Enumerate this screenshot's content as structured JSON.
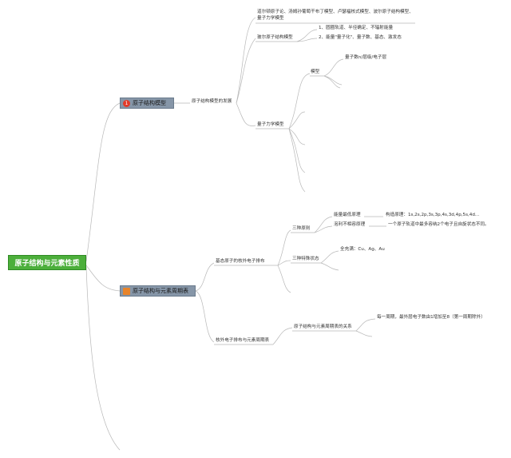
{
  "root": {
    "label": "原子结构与元素性质"
  },
  "branches": {
    "model": {
      "label": "原子结构模型",
      "icon": "number-one-badge-icon",
      "color": "#e23b2a"
    },
    "table": {
      "label": "原子结构与元素周期表",
      "icon": "orange-square-icon",
      "color": "#e8842a"
    }
  },
  "model": {
    "development": "原子结构模型的发展",
    "history_line1": "道尔顿原子论、汤姆孙葡萄干布丁模型、卢瑟福核式模型、波尔原子结构模型、",
    "history_line2": "量子力学模型",
    "bohr": {
      "label": "玻尔原子结构模型",
      "points": [
        "1、圆圈轨道、半径确定、不辐射能量",
        "2、能量\"量子化\"、量子数、基态、激发态"
      ]
    },
    "quantum": {
      "label": "量子力学模型",
      "submodel": "模型",
      "detail": "量子数n/层级/电子层"
    }
  },
  "table": {
    "ground": {
      "label": "基态原子的核外电子排布",
      "three_principles": {
        "label": "三种原则",
        "lowest_energy": "能量最低原理",
        "lowest_energy_detail": "构造原理：1s,2s,2p,3s,3p,4s,3d,4p,5s,4d...",
        "pauli": "泡利不相容原理",
        "pauli_detail": "一个原子轨道中最多容纳2个电子且自旋状态不同。"
      },
      "special": {
        "label": "三种特殊状态",
        "detail": "全充满：Cu、Ag、Au"
      }
    },
    "periodic": {
      "label": "核外电子排布与元素周期表",
      "relation": "原子结构与元素周期表的关系",
      "detail": "每一周期，最外层电子数由1增加至8（第一周期除外）"
    }
  }
}
